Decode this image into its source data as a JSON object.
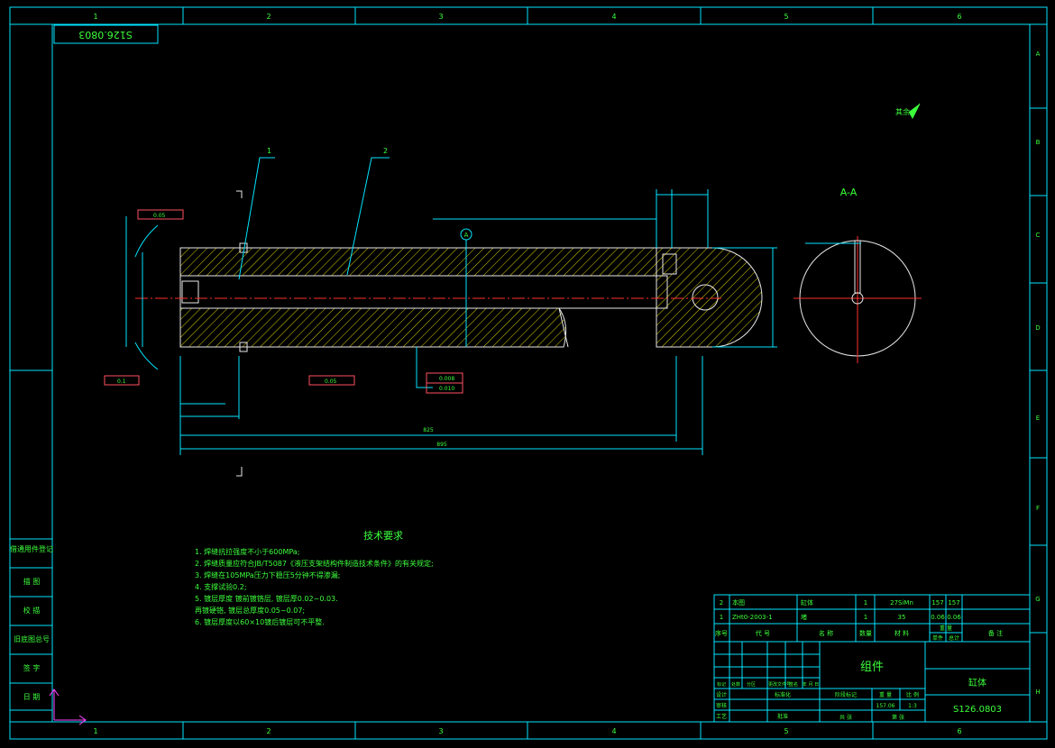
{
  "sheet": {
    "zone_cols": [
      "1",
      "2",
      "3",
      "4",
      "5",
      "6"
    ],
    "zone_rows": [
      "A",
      "B",
      "C",
      "D",
      "E",
      "F",
      "G",
      "H"
    ],
    "drawing_number_rotated": "S126.0803"
  },
  "views": {
    "section_label": "A-A",
    "section_mark": "A",
    "roughness_note": "其余",
    "balloons": [
      "1",
      "2"
    ]
  },
  "dimensions": {
    "overall_1": "825",
    "overall_2": "895",
    "tol_a": "0.05",
    "tol_b": "0.05",
    "tol_c": "0.1",
    "tol_d": "0.008",
    "tol_e": "0.010"
  },
  "tech_requirements": {
    "title": "技术要求",
    "items": [
      "1. 焊缝抗拉强度不小于600MPa;",
      "2. 焊缝质量应符合JB/T5087《液压支架结构件制造技术条件》的有关规定;",
      "3. 焊缝在105MPa压力下稳压5分钟不得渗漏;",
      "4. 支撑试验0.2;",
      "5. 镀层厚度  镀前镀铬层, 镀层厚0.02~0.03.",
      "   再镀硬铬, 镀层总厚度0.05~0.07;",
      "6. 镀层厚度以60×10镀后镀层可不平整."
    ]
  },
  "left_strip": [
    "借通用件登记",
    "描 图",
    "校 描",
    "旧底图总号",
    "签 字",
    "日 期"
  ],
  "title_block": {
    "parts_header": [
      "序号",
      "代 号",
      "名 称",
      "数量",
      "材 料",
      "单件",
      "总计",
      "备 注"
    ],
    "weight_header": "重 量",
    "parts_rows": [
      {
        "seq": "2",
        "code": "本图",
        "name": "缸体",
        "qty": "1",
        "material": "27SiMn",
        "unit": "157",
        "total": "157"
      },
      {
        "seq": "1",
        "code": "ZHt0-2003-1",
        "name": "堵",
        "qty": "1",
        "material": "35",
        "unit": "0.06",
        "total": "0.06"
      }
    ],
    "assembly_name": "组件",
    "part_name": "缸体",
    "drawing_number": "S126.0803",
    "stage_label": "阶段标记",
    "weight_label": "重 量",
    "scale_label": "比 例",
    "weight_value": "157.06",
    "scale_value": "1:3",
    "sheet_total": "共 张",
    "sheet_no": "第 张",
    "rev_labels": [
      "标记",
      "处数",
      "分区",
      "更改文件号",
      "签名",
      "年 月 日"
    ],
    "role_labels": [
      "设计",
      "标准化",
      "审核",
      "工艺",
      "批准"
    ]
  },
  "colors": {
    "background": "#000000",
    "frame": "#00e5ff",
    "text": "#3cff3c",
    "outline": "#e8e8e8",
    "hatch": "#e8e000",
    "centerline": "#ff3030"
  }
}
